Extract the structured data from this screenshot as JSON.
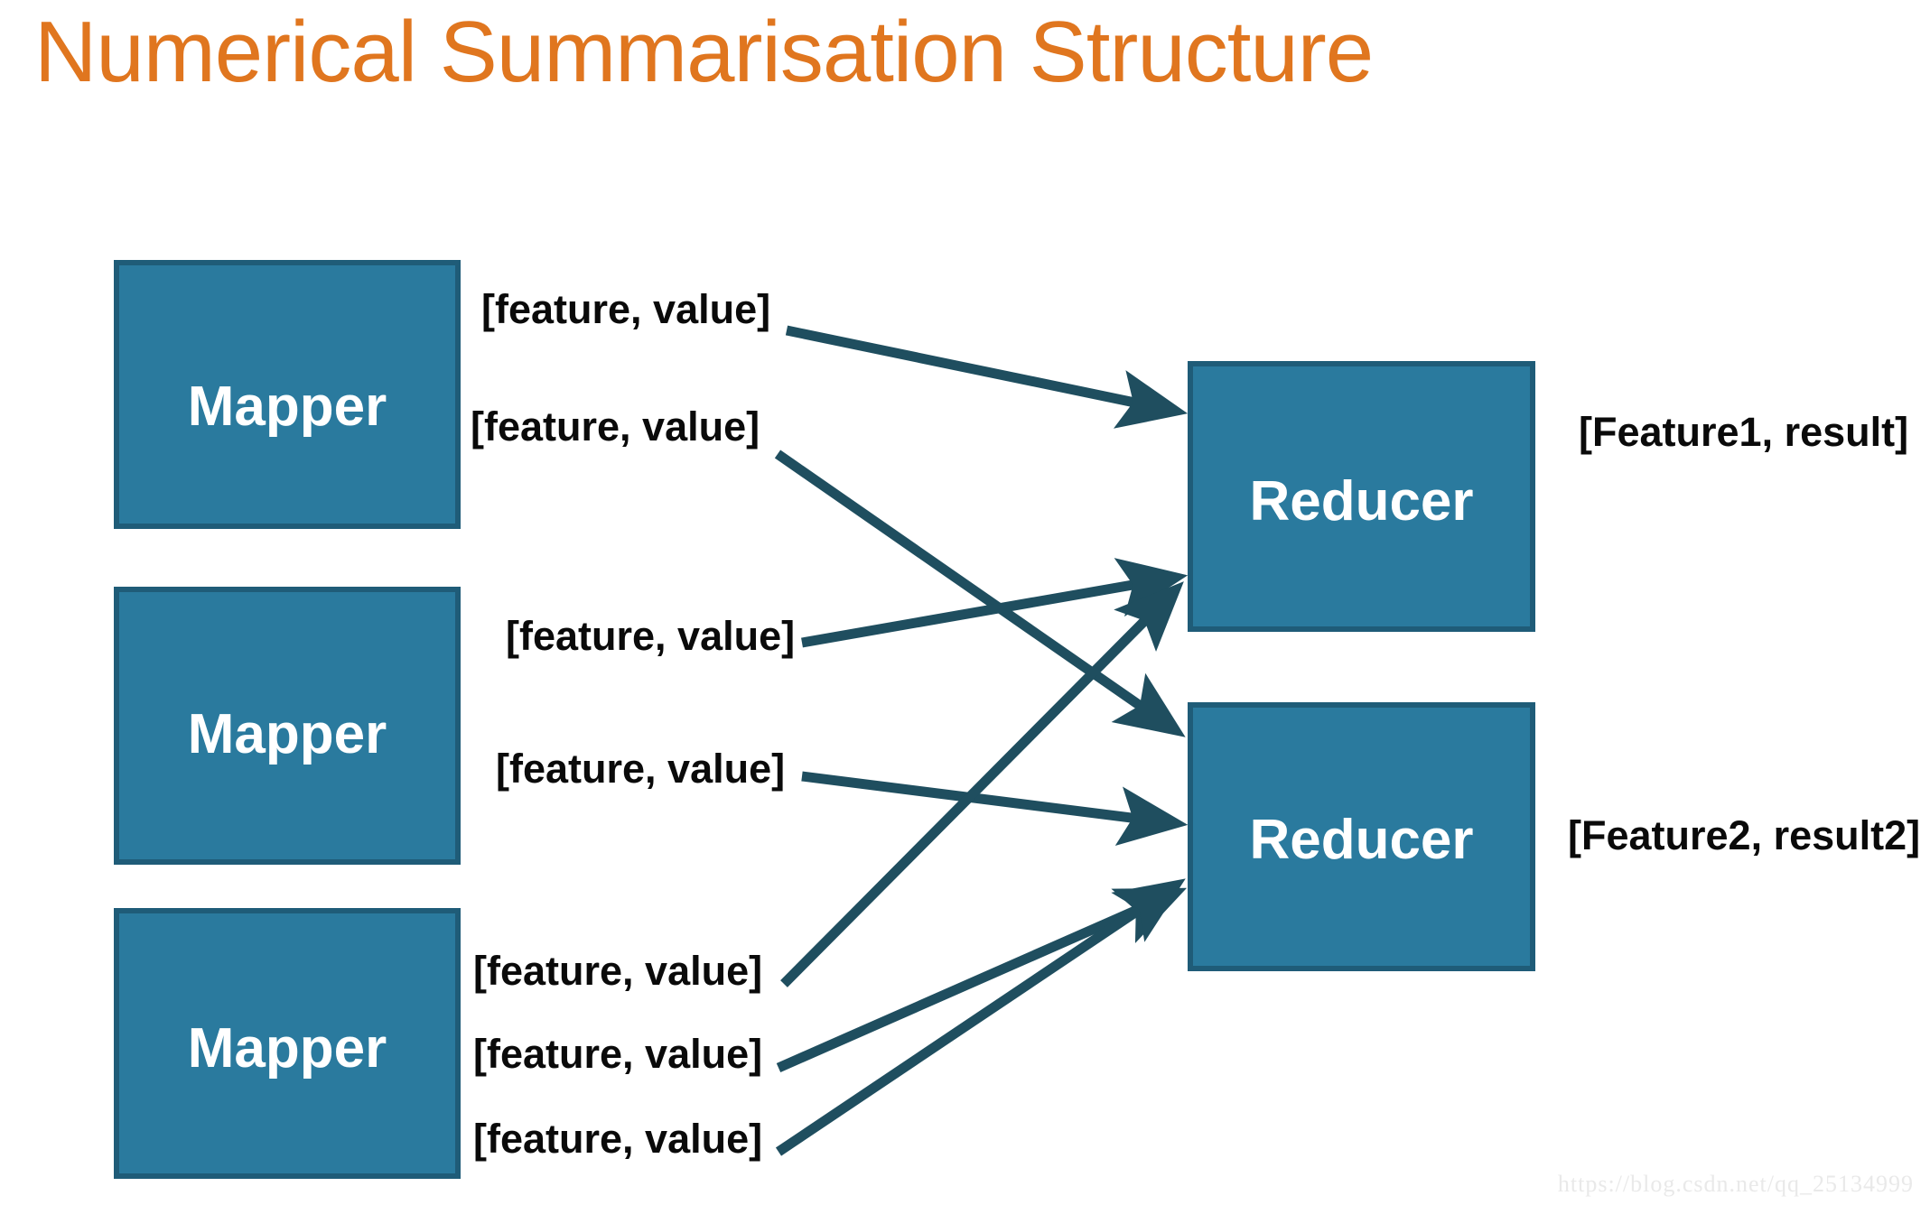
{
  "slide": {
    "title": "Numerical Summarisation Structure",
    "title_color": "#E0761F",
    "background_color": "#FFFFFF",
    "watermark": "https://blog.csdn.net/qq_25134999"
  },
  "palette": {
    "box_fill": "#2A7A9E",
    "box_border": "#1F5C78",
    "box_text": "#FFFFFF",
    "arrow_color": "#1F4E5F",
    "label_text": "#0A0A0A"
  },
  "mappers": [
    {
      "label": "Mapper"
    },
    {
      "label": "Mapper"
    },
    {
      "label": "Mapper"
    }
  ],
  "reducers": [
    {
      "label": "Reducer"
    },
    {
      "label": "Reducer"
    }
  ],
  "emissions": [
    {
      "label": "[feature, value]"
    },
    {
      "label": "[feature, value]"
    },
    {
      "label": "[feature, value]"
    },
    {
      "label": "[feature, value]"
    },
    {
      "label": "[feature, value]"
    },
    {
      "label": "[feature, value]"
    },
    {
      "label": "[feature, value]"
    }
  ],
  "results": [
    {
      "label": "[Feature1, result]"
    },
    {
      "label": "[Feature2, result2]"
    }
  ],
  "arrows": [
    {
      "from": "mapper-1-emission-1",
      "to": "reducer-1"
    },
    {
      "from": "mapper-1-emission-2",
      "to": "reducer-2"
    },
    {
      "from": "mapper-2-emission-1",
      "to": "reducer-1"
    },
    {
      "from": "mapper-2-emission-2",
      "to": "reducer-2"
    },
    {
      "from": "mapper-3-emission-1",
      "to": "reducer-1"
    },
    {
      "from": "mapper-3-emission-2",
      "to": "reducer-2"
    },
    {
      "from": "mapper-3-emission-3",
      "to": "reducer-2"
    }
  ]
}
